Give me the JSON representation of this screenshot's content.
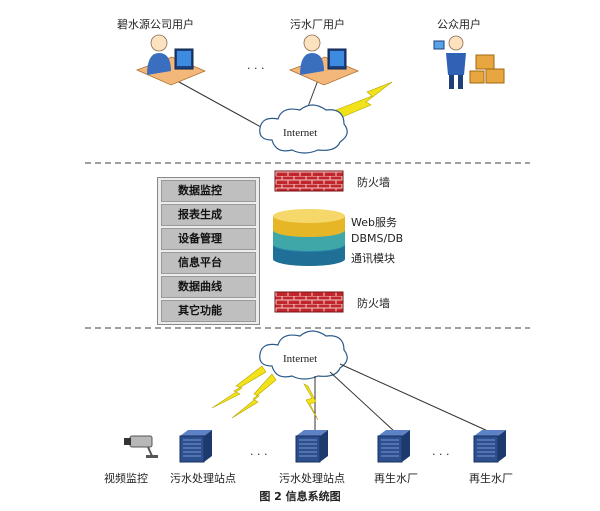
{
  "users": {
    "user_a": "碧水源公司用户",
    "ellipsis": "· · ·",
    "user_b": "污水厂用户",
    "user_c": "公众用户"
  },
  "cloud_top": "Internet",
  "cloud_bottom": "Internet",
  "firewall_top": "防火墙",
  "firewall_bottom": "防火墙",
  "server_stack": {
    "web": "Web服务",
    "dbms": "DBMS/DB",
    "comm": "通讯模块"
  },
  "menu": [
    "数据监控",
    "报表生成",
    "设备管理",
    "信息平台",
    "数据曲线",
    "其它功能"
  ],
  "sites": {
    "video": "视频监控",
    "sewage_1": "污水处理站点",
    "ellipsis_1": "· · ·",
    "sewage_2": "污水处理站点",
    "reclaim_1": "再生水厂",
    "ellipsis_2": "· · ·",
    "reclaim_2": "再生水厂"
  },
  "caption": "图 2 信息系统图",
  "colors": {
    "firewall": "#c0262b",
    "db_top": "#e6b627",
    "db_mid": "#3fa7a8",
    "db_bottom": "#1f6f96",
    "lightning": "#f2e21a",
    "device": "#2e4f8e",
    "dash": "#666666"
  }
}
